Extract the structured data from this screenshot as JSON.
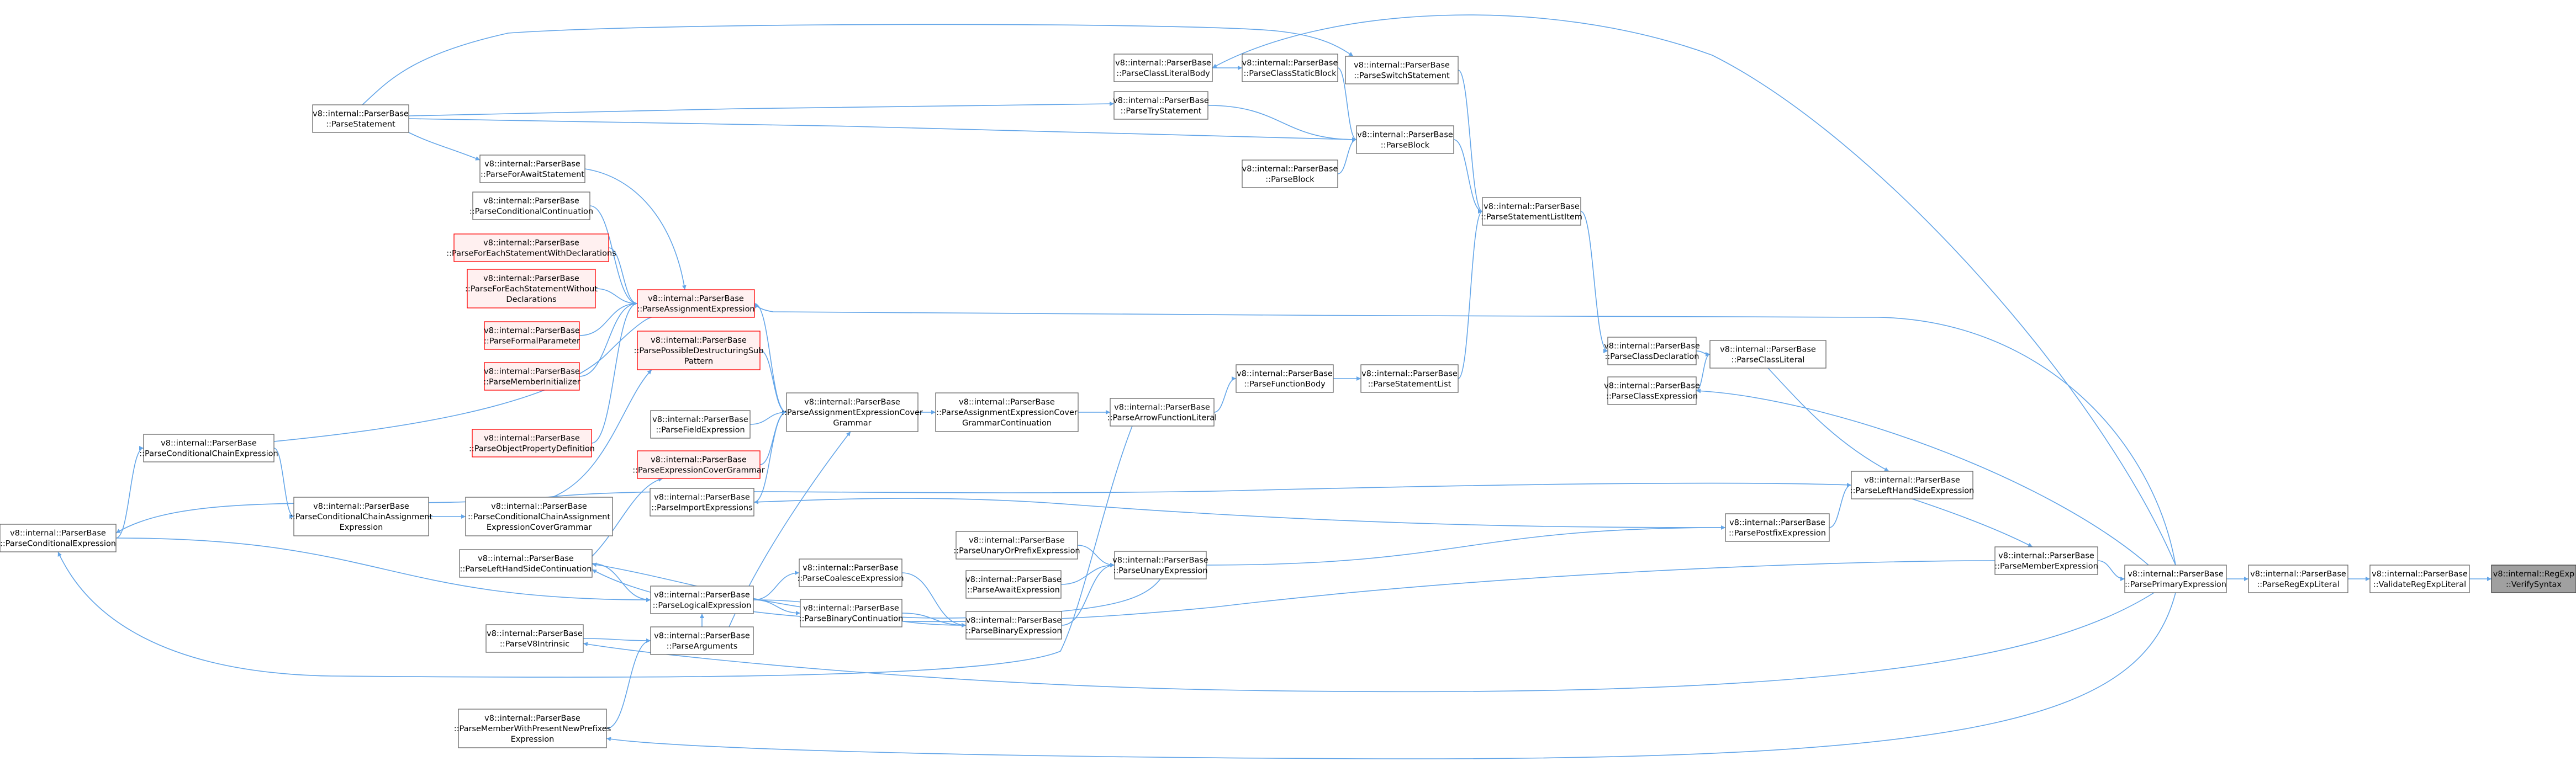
{
  "colors": {
    "edge": "#63a5e8",
    "node_border": "#666666",
    "node_fill": "#ffffff",
    "recursive_border": "#ff0000",
    "recursive_fill": "#fff0f0",
    "focus_border": "#404040",
    "focus_fill": "#a0a0a0"
  },
  "nodes": [
    {
      "id": "verify_syntax",
      "lines": [
        "v8::internal::RegExp",
        "::VerifySyntax"
      ],
      "style": "focus"
    },
    {
      "id": "validate_regexp_literal",
      "lines": [
        "v8::internal::ParserBase",
        "::ValidateRegExpLiteral"
      ],
      "style": "normal"
    },
    {
      "id": "parse_regexp_literal",
      "lines": [
        "v8::internal::ParserBase",
        "::ParseRegExpLiteral"
      ],
      "style": "normal"
    },
    {
      "id": "parse_primary_expression",
      "lines": [
        "v8::internal::ParserBase",
        "::ParsePrimaryExpression"
      ],
      "style": "normal"
    },
    {
      "id": "parse_member_expression",
      "lines": [
        "v8::internal::ParserBase",
        "::ParseMemberExpression"
      ],
      "style": "normal"
    },
    {
      "id": "parse_lhs_expression",
      "lines": [
        "v8::internal::ParserBase",
        "::ParseLeftHandSideExpression"
      ],
      "style": "normal"
    },
    {
      "id": "parse_class_literal",
      "lines": [
        "v8::internal::ParserBase",
        "::ParseClassLiteral"
      ],
      "style": "normal"
    },
    {
      "id": "parse_postfix_expression",
      "lines": [
        "v8::internal::ParserBase",
        "::ParsePostfixExpression"
      ],
      "style": "normal"
    },
    {
      "id": "parse_class_declaration",
      "lines": [
        "v8::internal::ParserBase",
        "::ParseClassDeclaration"
      ],
      "style": "normal"
    },
    {
      "id": "parse_class_expression",
      "lines": [
        "v8::internal::ParserBase",
        "::ParseClassExpression"
      ],
      "style": "normal"
    },
    {
      "id": "parse_switch_statement",
      "lines": [
        "v8::internal::ParserBase",
        "::ParseSwitchStatement"
      ],
      "style": "normal"
    },
    {
      "id": "parse_block_1",
      "lines": [
        "v8::internal::ParserBase",
        "::ParseBlock"
      ],
      "style": "normal"
    },
    {
      "id": "parse_statement_list_item",
      "lines": [
        "v8::internal::ParserBase",
        "::ParseStatementListItem"
      ],
      "style": "normal"
    },
    {
      "id": "parse_statement_list",
      "lines": [
        "v8::internal::ParserBase",
        "::ParseStatementList"
      ],
      "style": "normal"
    },
    {
      "id": "parse_class_literal_body",
      "lines": [
        "v8::internal::ParserBase",
        "::ParseClassLiteralBody"
      ],
      "style": "normal"
    },
    {
      "id": "parse_class_static_block",
      "lines": [
        "v8::internal::ParserBase",
        "::ParseClassStaticBlock"
      ],
      "style": "normal"
    },
    {
      "id": "parse_try_statement",
      "lines": [
        "v8::internal::ParserBase",
        "::ParseTryStatement"
      ],
      "style": "normal"
    },
    {
      "id": "parse_block_2",
      "lines": [
        "v8::internal::ParserBase",
        "::ParseBlock"
      ],
      "style": "normal"
    },
    {
      "id": "parse_function_body",
      "lines": [
        "v8::internal::ParserBase",
        "::ParseFunctionBody"
      ],
      "style": "normal"
    },
    {
      "id": "parse_arrow_function_literal",
      "lines": [
        "v8::internal::ParserBase",
        "::ParseArrowFunctionLiteral"
      ],
      "style": "normal"
    },
    {
      "id": "parse_unary_expression",
      "lines": [
        "v8::internal::ParserBase",
        "::ParseUnaryExpression"
      ],
      "style": "normal"
    },
    {
      "id": "parse_unary_or_prefix_expression",
      "lines": [
        "v8::internal::ParserBase",
        "::ParseUnaryOrPrefixExpression"
      ],
      "style": "normal"
    },
    {
      "id": "parse_await_expression",
      "lines": [
        "v8::internal::ParserBase",
        "::ParseAwaitExpression"
      ],
      "style": "normal"
    },
    {
      "id": "parse_binary_expression",
      "lines": [
        "v8::internal::ParserBase",
        "::ParseBinaryExpression"
      ],
      "style": "normal"
    },
    {
      "id": "parse_coalesce_expression",
      "lines": [
        "v8::internal::ParserBase",
        "::ParseCoalesceExpression"
      ],
      "style": "normal"
    },
    {
      "id": "parse_binary_continuation",
      "lines": [
        "v8::internal::ParserBase",
        "::ParseBinaryContinuation"
      ],
      "style": "normal"
    },
    {
      "id": "parse_assignment_expression_cover_grammar_continuation",
      "lines": [
        "v8::internal::ParserBase",
        "::ParseAssignmentExpressionCover",
        "GrammarContinuation"
      ],
      "style": "normal"
    },
    {
      "id": "parse_assignment_expression_cover_grammar",
      "lines": [
        "v8::internal::ParserBase",
        "::ParseAssignmentExpressionCover",
        "Grammar"
      ],
      "style": "normal"
    },
    {
      "id": "parse_assignment_expression",
      "lines": [
        "v8::internal::ParserBase",
        "::ParseAssignmentExpression"
      ],
      "style": "recursive"
    },
    {
      "id": "parse_possible_destructuring_sub_pattern",
      "lines": [
        "v8::internal::ParserBase",
        "::ParsePossibleDestructuringSub",
        "Pattern"
      ],
      "style": "recursive"
    },
    {
      "id": "parse_field_expression",
      "lines": [
        "v8::internal::ParserBase",
        "::ParseFieldExpression"
      ],
      "style": "normal"
    },
    {
      "id": "parse_expression_cover_grammar",
      "lines": [
        "v8::internal::ParserBase",
        "::ParseExpressionCoverGrammar"
      ],
      "style": "recursive"
    },
    {
      "id": "parse_import_expressions",
      "lines": [
        "v8::internal::ParserBase",
        "::ParseImportExpressions"
      ],
      "style": "normal"
    },
    {
      "id": "parse_logical_expression",
      "lines": [
        "v8::internal::ParserBase",
        "::ParseLogicalExpression"
      ],
      "style": "normal"
    },
    {
      "id": "parse_arguments",
      "lines": [
        "v8::internal::ParserBase",
        "::ParseArguments"
      ],
      "style": "normal"
    },
    {
      "id": "parse_v8_intrinsic",
      "lines": [
        "v8::internal::ParserBase",
        "::ParseV8Intrinsic"
      ],
      "style": "normal"
    },
    {
      "id": "parse_member_with_present_new_prefixes_expression",
      "lines": [
        "v8::internal::ParserBase",
        "::ParseMemberWithPresentNewPrefixes",
        "Expression"
      ],
      "style": "normal"
    },
    {
      "id": "parse_statement",
      "lines": [
        "v8::internal::ParserBase",
        "::ParseStatement"
      ],
      "style": "normal"
    },
    {
      "id": "parse_for_await_statement",
      "lines": [
        "v8::internal::ParserBase",
        "::ParseForAwaitStatement"
      ],
      "style": "normal"
    },
    {
      "id": "parse_conditional_continuation",
      "lines": [
        "v8::internal::ParserBase",
        "::ParseConditionalContinuation"
      ],
      "style": "normal"
    },
    {
      "id": "parse_for_each_statement_with_declarations",
      "lines": [
        "v8::internal::ParserBase",
        "::ParseForEachStatementWithDeclarations"
      ],
      "style": "recursive"
    },
    {
      "id": "parse_for_each_statement_without_declarations",
      "lines": [
        "v8::internal::ParserBase",
        "::ParseForEachStatementWithout",
        "Declarations"
      ],
      "style": "recursive"
    },
    {
      "id": "parse_formal_parameter",
      "lines": [
        "v8::internal::ParserBase",
        "::ParseFormalParameter"
      ],
      "style": "recursive"
    },
    {
      "id": "parse_member_initializer",
      "lines": [
        "v8::internal::ParserBase",
        "::ParseMemberInitializer"
      ],
      "style": "recursive"
    },
    {
      "id": "parse_object_property_definition",
      "lines": [
        "v8::internal::ParserBase",
        "::ParseObjectPropertyDefinition"
      ],
      "style": "recursive"
    },
    {
      "id": "parse_conditional_chain_expression",
      "lines": [
        "v8::internal::ParserBase",
        "::ParseConditionalChainExpression"
      ],
      "style": "normal"
    },
    {
      "id": "parse_conditional_chain_assignment_expression",
      "lines": [
        "v8::internal::ParserBase",
        "::ParseConditionalChainAssignment",
        "Expression"
      ],
      "style": "normal"
    },
    {
      "id": "parse_conditional_chain_assignment_expression_cover_grammar",
      "lines": [
        "v8::internal::ParserBase",
        "::ParseConditionalChainAssignment",
        "ExpressionCoverGrammar"
      ],
      "style": "normal"
    },
    {
      "id": "parse_lhs_continuation",
      "lines": [
        "v8::internal::ParserBase",
        "::ParseLeftHandSideContinuation"
      ],
      "style": "normal"
    },
    {
      "id": "parse_conditional_expression",
      "lines": [
        "v8::internal::ParserBase",
        "::ParseConditionalExpression"
      ],
      "style": "normal"
    }
  ],
  "edges": [
    [
      "validate_regexp_literal",
      "verify_syntax"
    ],
    [
      "parse_regexp_literal",
      "validate_regexp_literal"
    ],
    [
      "parse_primary_expression",
      "parse_regexp_literal"
    ],
    [
      "parse_member_expression",
      "parse_primary_expression"
    ],
    [
      "parse_lhs_expression",
      "parse_member_expression"
    ],
    [
      "parse_postfix_expression",
      "parse_lhs_expression"
    ],
    [
      "parse_class_literal",
      "parse_lhs_expression"
    ],
    [
      "parse_class_declaration",
      "parse_class_literal"
    ],
    [
      "parse_class_expression",
      "parse_class_literal"
    ],
    [
      "parse_statement_list_item",
      "parse_class_declaration"
    ],
    [
      "parse_switch_statement",
      "parse_statement_list_item"
    ],
    [
      "parse_block_1",
      "parse_statement_list_item"
    ],
    [
      "parse_statement_list",
      "parse_statement_list_item"
    ],
    [
      "parse_function_body",
      "parse_statement_list"
    ],
    [
      "parse_arrow_function_literal",
      "parse_function_body"
    ],
    [
      "parse_class_static_block",
      "parse_block_1"
    ],
    [
      "parse_class_literal_body",
      "parse_class_static_block"
    ],
    [
      "parse_try_statement",
      "parse_block_1"
    ],
    [
      "parse_block_2",
      "parse_block_1"
    ],
    [
      "parse_statement",
      "parse_block_1"
    ],
    [
      "parse_statement",
      "parse_try_statement"
    ],
    [
      "parse_statement",
      "parse_switch_statement"
    ],
    [
      "parse_statement",
      "parse_for_await_statement"
    ],
    [
      "parse_unary_expression",
      "parse_postfix_expression"
    ],
    [
      "parse_unary_or_prefix_expression",
      "parse_unary_expression"
    ],
    [
      "parse_await_expression",
      "parse_unary_expression"
    ],
    [
      "parse_binary_expression",
      "parse_unary_expression"
    ],
    [
      "parse_binary_continuation",
      "parse_binary_expression"
    ],
    [
      "parse_coalesce_expression",
      "parse_binary_expression"
    ],
    [
      "parse_logical_expression",
      "parse_binary_expression"
    ],
    [
      "parse_logical_expression",
      "parse_coalesce_expression"
    ],
    [
      "parse_logical_expression",
      "parse_binary_continuation"
    ],
    [
      "parse_assignment_expression_cover_grammar_continuation",
      "parse_arrow_function_literal"
    ],
    [
      "parse_assignment_expression_cover_grammar",
      "parse_assignment_expression_cover_grammar_continuation"
    ],
    [
      "parse_assignment_expression",
      "parse_assignment_expression_cover_grammar"
    ],
    [
      "parse_possible_destructuring_sub_pattern",
      "parse_assignment_expression_cover_grammar"
    ],
    [
      "parse_field_expression",
      "parse_assignment_expression_cover_grammar"
    ],
    [
      "parse_expression_cover_grammar",
      "parse_assignment_expression_cover_grammar"
    ],
    [
      "parse_import_expressions",
      "parse_assignment_expression_cover_grammar"
    ],
    [
      "parse_arguments",
      "parse_assignment_expression_cover_grammar"
    ],
    [
      "parse_conditional_continuation",
      "parse_assignment_expression"
    ],
    [
      "parse_for_each_statement_with_declarations",
      "parse_assignment_expression"
    ],
    [
      "parse_for_each_statement_without_declarations",
      "parse_assignment_expression"
    ],
    [
      "parse_formal_parameter",
      "parse_assignment_expression"
    ],
    [
      "parse_member_initializer",
      "parse_assignment_expression"
    ],
    [
      "parse_object_property_definition",
      "parse_assignment_expression"
    ],
    [
      "parse_for_await_statement",
      "parse_assignment_expression"
    ],
    [
      "parse_conditional_chain_expression",
      "parse_assignment_expression"
    ],
    [
      "parse_conditional_expression",
      "parse_conditional_chain_expression"
    ],
    [
      "parse_conditional_chain_expression",
      "parse_conditional_chain_assignment_expression"
    ],
    [
      "parse_conditional_chain_assignment_expression",
      "parse_conditional_chain_assignment_expression_cover_grammar"
    ],
    [
      "parse_conditional_chain_assignment_expression_cover_grammar",
      "parse_possible_destructuring_sub_pattern"
    ],
    [
      "parse_lhs_continuation",
      "parse_logical_expression"
    ],
    [
      "parse_lhs_continuation",
      "parse_expression_cover_grammar"
    ],
    [
      "parse_arguments",
      "parse_logical_expression"
    ],
    [
      "parse_member_with_present_new_prefixes_expression",
      "parse_arguments"
    ],
    [
      "parse_v8_intrinsic",
      "parse_arguments"
    ],
    [
      "parse_conditional_expression",
      "parse_logical_expression"
    ],
    [
      "parse_primary_expression",
      "parse_assignment_expression"
    ],
    [
      "parse_primary_expression",
      "parse_class_expression"
    ],
    [
      "parse_primary_expression",
      "parse_v8_intrinsic"
    ],
    [
      "parse_primary_expression",
      "parse_member_with_present_new_prefixes_expression"
    ],
    [
      "parse_primary_expression",
      "parse_class_literal_body"
    ],
    [
      "parse_member_expression",
      "parse_lhs_continuation"
    ],
    [
      "parse_lhs_expression",
      "parse_conditional_expression"
    ],
    [
      "parse_postfix_expression",
      "parse_import_expressions"
    ],
    [
      "parse_unary_expression",
      "parse_lhs_continuation"
    ],
    [
      "parse_await_expression",
      "parse_conditional_expression"
    ]
  ]
}
